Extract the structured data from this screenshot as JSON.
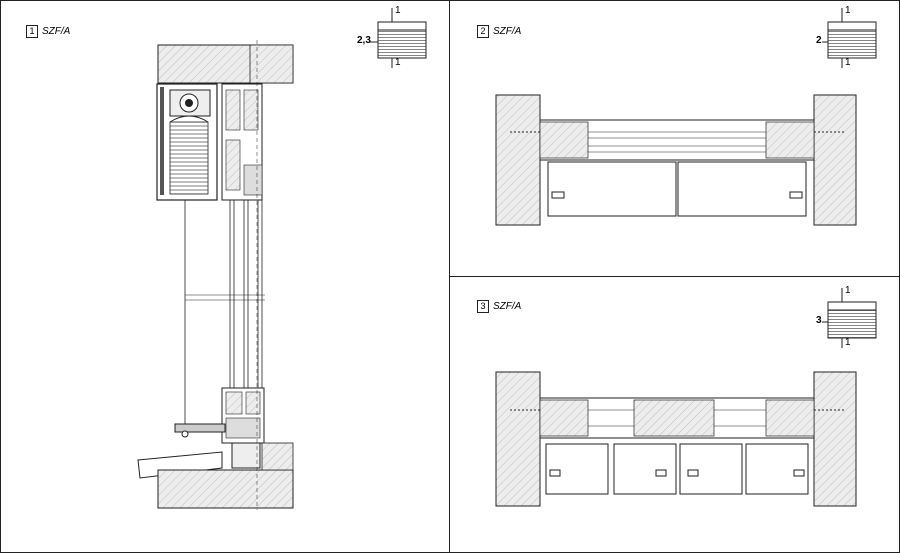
{
  "panels": [
    {
      "number": "1",
      "code": "SZF/A",
      "key_top": "1",
      "key_side": "2,3",
      "key_bottom": "1"
    },
    {
      "number": "2",
      "code": "SZF/A",
      "key_top": "1",
      "key_side": "2",
      "key_bottom": "1"
    },
    {
      "number": "3",
      "code": "SZF/A",
      "key_top": "1",
      "key_side": "3",
      "key_bottom": "1"
    }
  ],
  "colors": {
    "line": "#222222",
    "hatch": "#bdbdbd",
    "wall": "#e6e6e6",
    "profile": "#cfcfcf"
  }
}
